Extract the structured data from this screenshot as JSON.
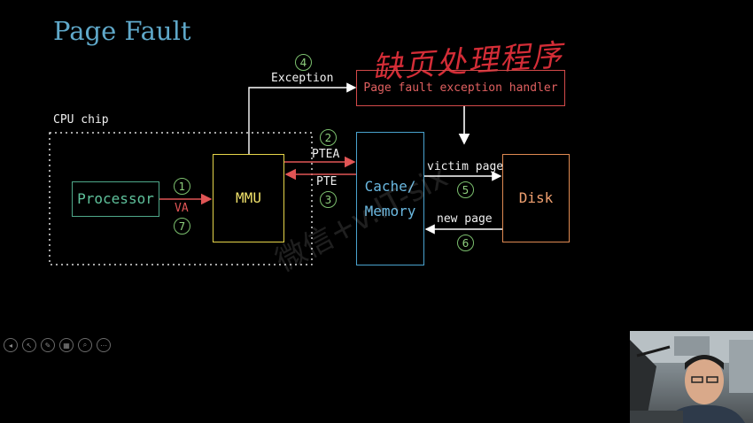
{
  "slide": {
    "title": "Page Fault",
    "handwriting": "缺页处理程序",
    "watermark": "微信+v:IT-six"
  },
  "diagram": {
    "cpu_chip_label": "CPU chip",
    "processor": "Processor",
    "mmu": "MMU",
    "cache_memory": [
      "Cache/",
      "Memory"
    ],
    "disk": "Disk",
    "handler": "Page fault exception handler",
    "edges": {
      "exception": "Exception",
      "ptea": "PTEA",
      "pte": "PTE",
      "va": "VA",
      "victim_page": "victim page",
      "new_page": "new page"
    },
    "steps": [
      "1",
      "2",
      "3",
      "4",
      "5",
      "6",
      "7"
    ],
    "colors": {
      "title": "#5fa8c9",
      "processor": "#4fa88a",
      "mmu": "#e6d54a",
      "cache_memory": "#4aa3cf",
      "disk": "#e08a52",
      "handler": "#d44a4a",
      "step_circle": "#7cc06e",
      "red_arrow": "#e05555",
      "white_arrow": "#ffffff"
    }
  },
  "toolbar": {
    "icons": [
      "back-icon",
      "pointer-icon",
      "pen-icon",
      "slides-icon",
      "zoom-icon",
      "more-icon"
    ]
  }
}
